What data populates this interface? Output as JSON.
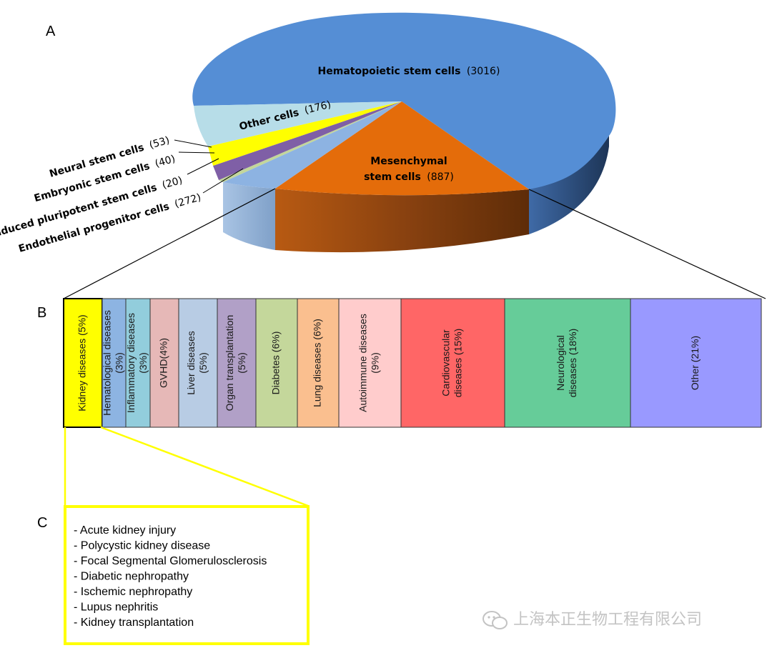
{
  "panels": {
    "a": "A",
    "b": "B",
    "c": "C"
  },
  "chart_data": [
    {
      "type": "pie",
      "panel": "A",
      "style": "3d",
      "slices": [
        {
          "name": "Hematopoietic stem cells",
          "count": "(3016)",
          "value": 3016,
          "color": "#5a8fd6"
        },
        {
          "name": "Mesenchymal stem cells",
          "line1": "Mesenchymal",
          "line2": "stem cells",
          "count": "(887)",
          "value": 887,
          "color": "#e36c0a"
        },
        {
          "name": "Endothelial progenitor cells",
          "count": "(272)",
          "value": 272,
          "color": "#8db3e2"
        },
        {
          "name": "Induced pluripotent stem cells",
          "count": "(20)",
          "value": 20,
          "color": "#c3d69b"
        },
        {
          "name": "Embryonic stem cells",
          "count": "(40)",
          "value": 40,
          "color": "#7f5fa6"
        },
        {
          "name": "Neural stem cells",
          "count": "(53)",
          "value": 53,
          "color": "#ffff00"
        },
        {
          "name": "Other cells",
          "count": "(176)",
          "value": 176,
          "color": "#b7dde8"
        }
      ]
    },
    {
      "type": "bar",
      "panel": "B",
      "stacked_100": true,
      "segments": [
        {
          "label": "Kidney diseases (5%)",
          "lines": [
            "Kidney diseases (5%)"
          ],
          "value": 5,
          "color": "#ffff00"
        },
        {
          "label": "Hematological diseases (3%)",
          "lines": [
            "Hematological diseases",
            "(3%)"
          ],
          "value": 3,
          "color": "#8db4e2"
        },
        {
          "label": "Inflammatory diseases (3%)",
          "lines": [
            "Inflammatory diseases",
            "(3%)"
          ],
          "value": 3,
          "color": "#92cddc"
        },
        {
          "label": "GVHD(4%)",
          "lines": [
            "GVHD(4%)"
          ],
          "value": 4,
          "color": "#e6b8b7"
        },
        {
          "label": "Liver diseases (5%)",
          "lines": [
            "Liver diseases",
            "(5%)"
          ],
          "value": 5,
          "color": "#b8cce4"
        },
        {
          "label": "Organ transplantation (5%)",
          "lines": [
            "Organ transplantation",
            "(5%)"
          ],
          "value": 5,
          "color": "#b1a0c7"
        },
        {
          "label": "Diabetes (6%)",
          "lines": [
            "Diabetes (6%)"
          ],
          "value": 6,
          "color": "#c4d79b"
        },
        {
          "label": "Lung diseases (6%)",
          "lines": [
            "Lung diseases (6%)"
          ],
          "value": 6,
          "color": "#fabf8f"
        },
        {
          "label": "Autoimmune diseases (9%)",
          "lines": [
            "Autoimmune diseases",
            "(9%)"
          ],
          "value": 9,
          "color": "#ffcccc"
        },
        {
          "label": "Cardiovascular diseases (15%)",
          "lines": [
            "Cardiovascular",
            "diseases (15%)"
          ],
          "value": 15,
          "color": "#ff6666"
        },
        {
          "label": "Neurological diseases (18%)",
          "lines": [
            "Neurological",
            "diseases (18%)"
          ],
          "value": 18,
          "color": "#66cc99"
        },
        {
          "label": "Other (21%)",
          "lines": [
            "Other (21%)"
          ],
          "value": 21,
          "color": "#9999ff"
        }
      ]
    }
  ],
  "kidney_list": {
    "items": [
      "- Acute kidney injury",
      "- Polycystic kidney disease",
      "- Focal Segmental Glomerulosclerosis",
      "- Diabetic nephropathy",
      "- Ischemic nephropathy",
      "- Lupus nephritis",
      "- Kidney transplantation"
    ],
    "border_color": "#ffff00"
  },
  "watermark": {
    "text": "上海本正生物工程有限公司",
    "icon": "wechat-icon"
  }
}
